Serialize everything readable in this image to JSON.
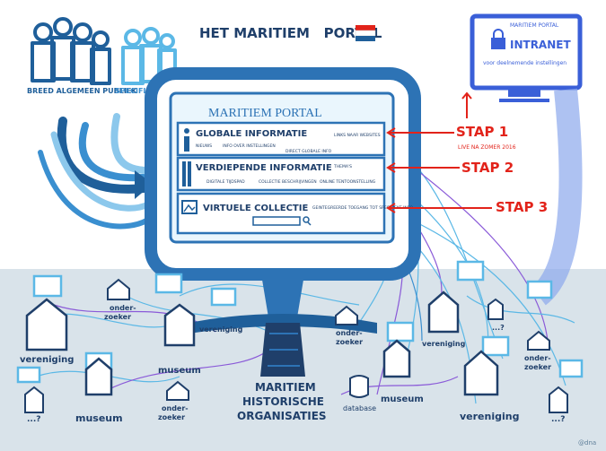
{
  "header": {
    "title": "HET MARITIEM   PORTAL"
  },
  "audience": {
    "general": "BREED ALGEMEEN PUBLIEK",
    "specific": "SPECIFIEK GEINTERESSEERD"
  },
  "portal": {
    "title": "MARITIEM PORTAL",
    "sections": [
      {
        "title": "GLOBALE INFORMATIE",
        "items": [
          "NIEUWS",
          "INFO OVER INSTELLINGEN",
          "DIRECT GLOBALE INFO",
          "LINKS NAAR WEBSITES"
        ]
      },
      {
        "title": "VERDIEPENDE INFORMATIE",
        "items": [
          "THEMA'S",
          "DIGITALE TIJDSPAD",
          "COLLECTIE BESCHRIJVINGEN",
          "ONLINE TENTOONSTELLING"
        ]
      },
      {
        "title": "VIRTUELE COLLECTIE",
        "items": [
          "GEINTEGREERDE TOEGANG TOT SPECIFIEKE INFO"
        ]
      }
    ]
  },
  "steps": [
    {
      "label": "STAP 1",
      "note": "LIVE NA ZOMER 2016"
    },
    {
      "label": "STAP 2"
    },
    {
      "label": "STAP 3"
    }
  ],
  "intranet": {
    "header": "MARITIEM PORTAL",
    "title": "INTRANET",
    "subtitle": "voor deelnemende instellingen"
  },
  "base": {
    "line1": "MARITIEM",
    "line2": "HISTORISCHE",
    "line3": "ORGANISATIES"
  },
  "nodes": {
    "vereniging": "vereniging",
    "museum": "museum",
    "onderzoeker_1": "onder-",
    "onderzoeker_2": "zoeker",
    "database": "database",
    "unknown": "...?"
  },
  "signature": "@dna",
  "colors": {
    "dark_blue": "#1f5f9a",
    "mid_blue": "#3a8fd0",
    "light_blue": "#8cc8ec",
    "red": "#e2231a",
    "purple": "#8a5ad8",
    "ground": "#d9e3ea"
  }
}
